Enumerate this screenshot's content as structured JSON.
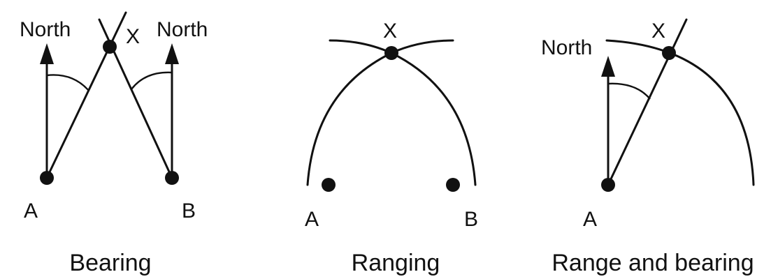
{
  "panels": [
    {
      "caption": "Bearing",
      "labels": {
        "north_left": "North",
        "north_right": "North",
        "x": "X",
        "a": "A",
        "b": "B"
      }
    },
    {
      "caption": "Ranging",
      "labels": {
        "x": "X",
        "a": "A",
        "b": "B"
      }
    },
    {
      "caption": "Range and bearing",
      "labels": {
        "north": "North",
        "x": "X",
        "a": "A"
      }
    }
  ],
  "colors": {
    "ink": "#111111",
    "background": "#ffffff"
  }
}
